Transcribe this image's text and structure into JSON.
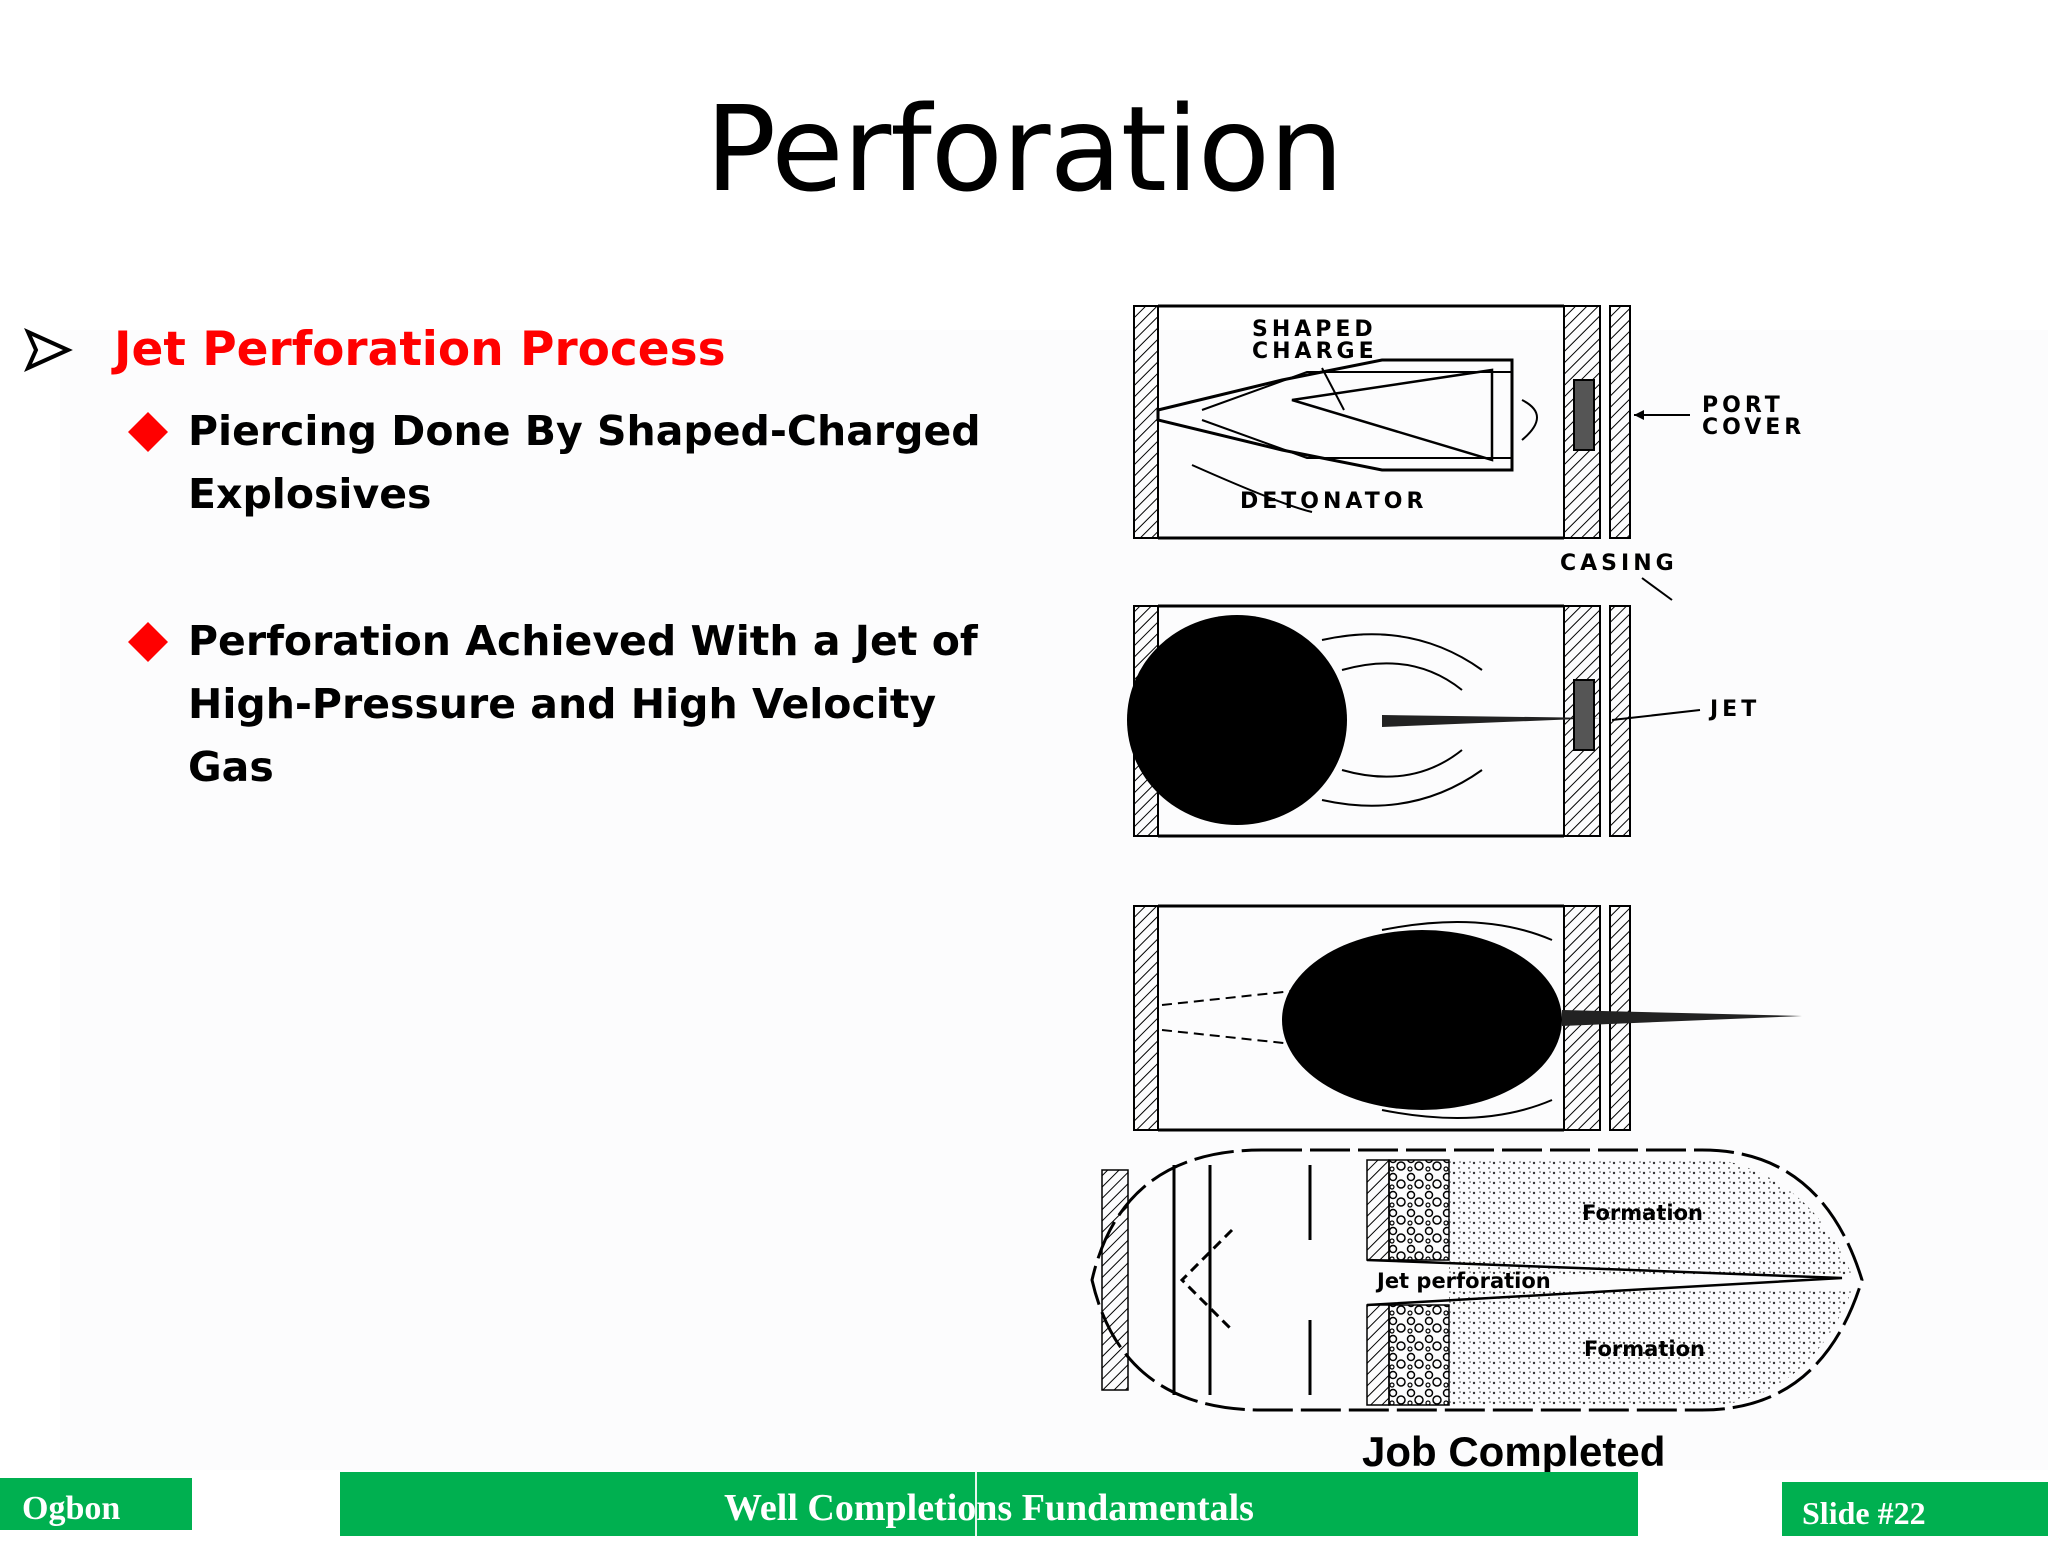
{
  "slide": {
    "title": "Perforation",
    "main_bullet": "Jet Perforation Process",
    "sub_bullets": [
      {
        "line1": "Piercing Done By Shaped-Charged",
        "line2": "Explosives"
      },
      {
        "line1": "Perforation Achieved With a Jet of",
        "line2": "High-Pressure and High Velocity Gas"
      }
    ]
  },
  "figure": {
    "labels": {
      "shaped_charge_1": "SHAPED",
      "shaped_charge_2": "CHARGE",
      "port_cover_1": "PORT",
      "port_cover_2": "COVER",
      "detonator": "DETONATOR",
      "casing": "CASING",
      "jet": "JET",
      "formation_top": "Formation",
      "jet_perforation": "Jet perforation",
      "formation_bottom": "Formation"
    },
    "caption": "Job Completed"
  },
  "footer": {
    "author": "Ogbon",
    "course": "Well Completions Fundamentals",
    "slide_number": "Slide #22"
  },
  "colors": {
    "accent_red": "#ff0000",
    "footer_green": "#00b050"
  },
  "icons": {
    "main_bullet": "arrow-bullet-icon",
    "sub_bullet": "diamond-bullet-icon"
  }
}
